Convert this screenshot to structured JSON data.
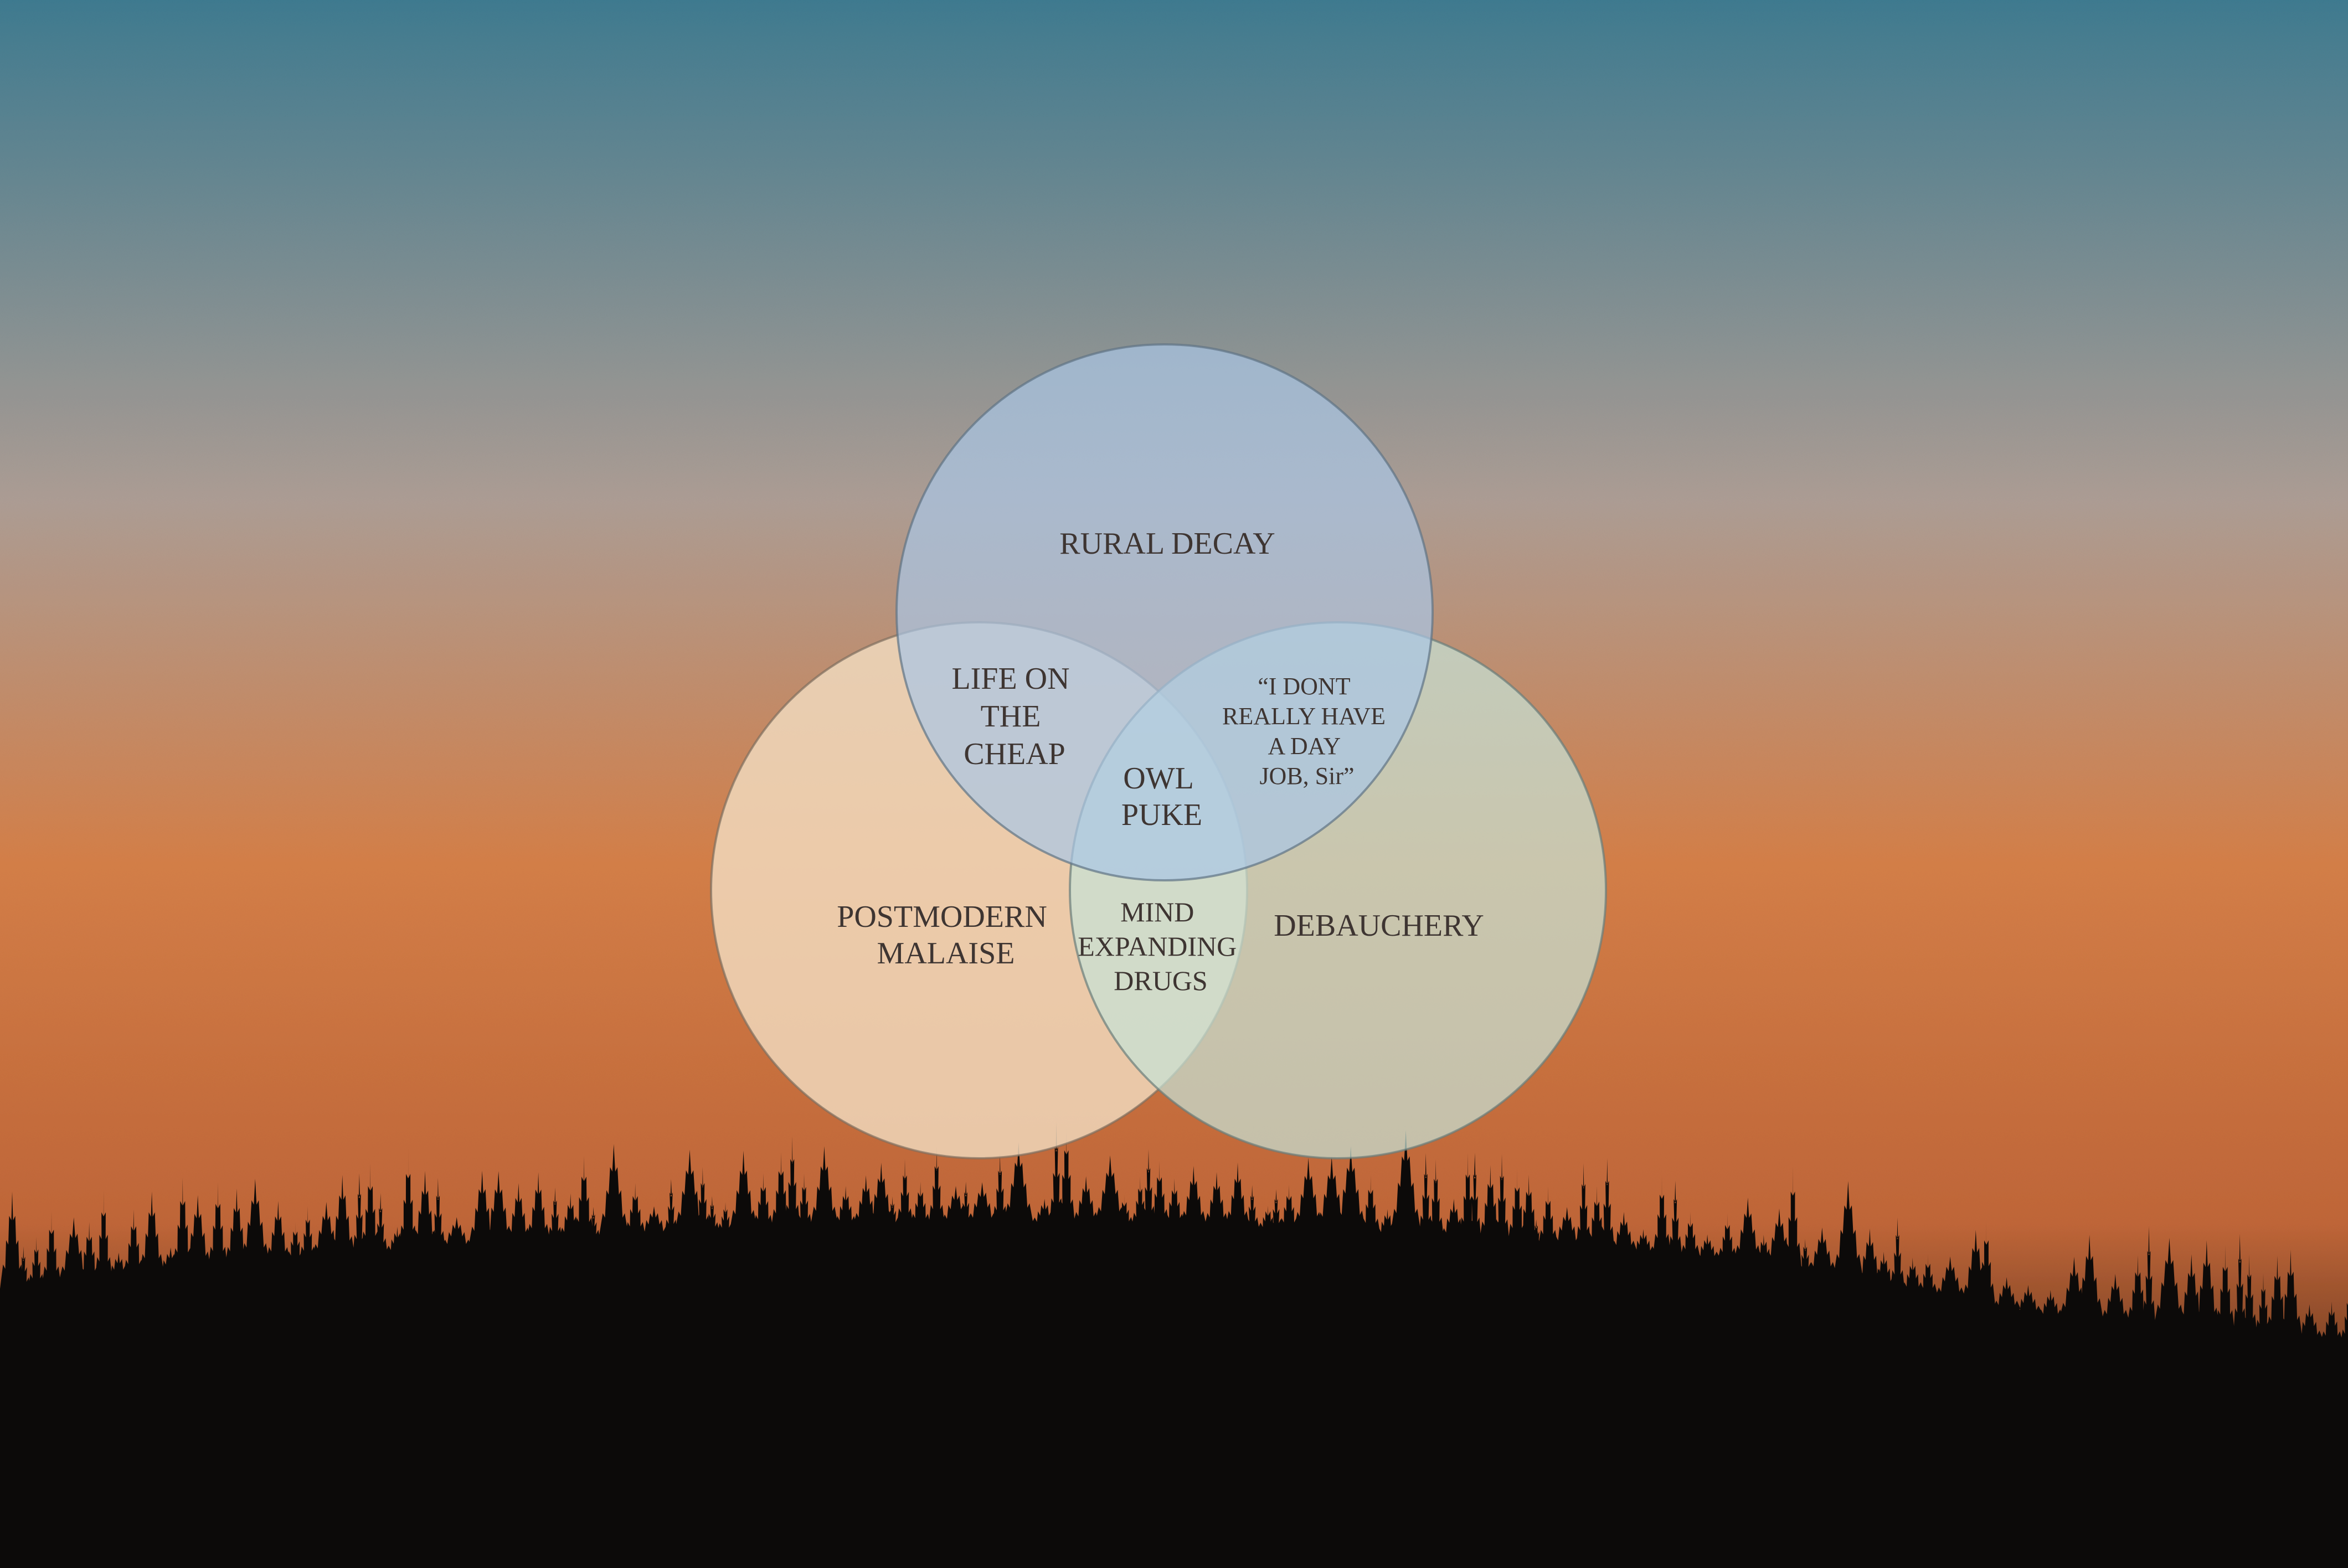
{
  "diagram": {
    "type": "venn-3",
    "colors": {
      "sky_top": "#3f7b90",
      "sky_mid": "#ad9d94",
      "sky_low": "#d47f48",
      "horizon": "#c06638",
      "tree_silhouette": "#0c0a09",
      "circle_rural_decay": "#a9c6e6",
      "circle_postmodern_malaise": "#f1dcc0",
      "circle_debauchery": "#c6e2d6",
      "text": "#3e3532"
    },
    "sets": [
      {
        "id": "rural_decay",
        "label": "RURAL DECAY"
      },
      {
        "id": "postmodern_malaise",
        "label_lines": [
          "POSTMODERN",
          "MALAISE"
        ]
      },
      {
        "id": "debauchery",
        "label": "DEBAUCHERY"
      }
    ],
    "intersections": {
      "rural_postmodern": {
        "sets": [
          "rural_decay",
          "postmodern_malaise"
        ],
        "label_lines": [
          "LIFE ON",
          "THE",
          "CHEAP"
        ]
      },
      "rural_debauchery": {
        "sets": [
          "rural_decay",
          "debauchery"
        ],
        "label_lines": [
          "“I DONT",
          "REALLY HAVE",
          "A DAY",
          "JOB, Sir”"
        ]
      },
      "postmodern_debauchery": {
        "sets": [
          "postmodern_malaise",
          "debauchery"
        ],
        "label_lines": [
          "MIND",
          "EXPANDING",
          "DRUGS"
        ]
      },
      "all_three": {
        "sets": [
          "rural_decay",
          "postmodern_malaise",
          "debauchery"
        ],
        "label_lines": [
          "OWL",
          "PUKE"
        ]
      }
    }
  }
}
